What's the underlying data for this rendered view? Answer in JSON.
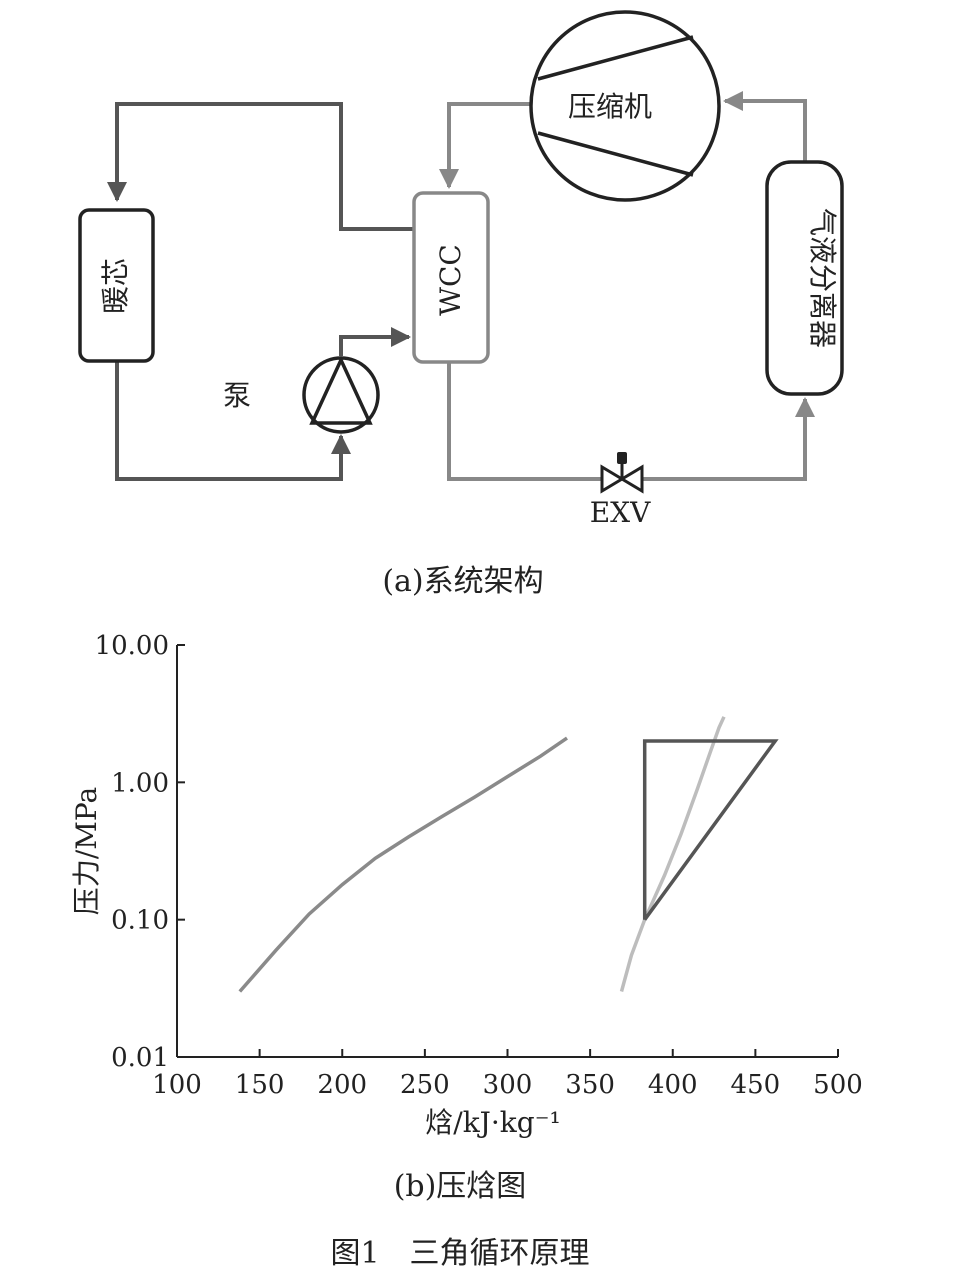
{
  "diagram": {
    "components": {
      "compressor": "压缩机",
      "heater_core": "暖芯",
      "wcc": "WCC",
      "pump": "泵",
      "separator": "气液分离器",
      "exv": "EXV"
    }
  },
  "captions": {
    "a": "(a)系统架构",
    "b": "(b)压焓图",
    "figure": "图1　三角循环原理"
  },
  "chart_data": {
    "type": "line",
    "xlabel": "焓/kJ·kg⁻¹",
    "ylabel": "压力/MPa",
    "xlim": [
      100,
      500
    ],
    "ylim": [
      0.01,
      10
    ],
    "yscale": "log",
    "x_ticks": [
      "100",
      "150",
      "200",
      "250",
      "300",
      "350",
      "400",
      "450",
      "500"
    ],
    "y_ticks": [
      "0.01",
      "1.00",
      "0.10",
      "10.00"
    ],
    "y_tick_values": [
      0.01,
      1,
      0.1,
      10
    ],
    "series": [
      {
        "color": "#8a8a8a",
        "points": [
          [
            138,
            0.03
          ],
          [
            160,
            0.06
          ],
          [
            180,
            0.11
          ],
          [
            200,
            0.18
          ],
          [
            220,
            0.28
          ],
          [
            240,
            0.4
          ],
          [
            260,
            0.56
          ],
          [
            280,
            0.78
          ],
          [
            300,
            1.1
          ],
          [
            320,
            1.55
          ],
          [
            336,
            2.1
          ]
        ]
      },
      {
        "color": "#bdbdbd",
        "points": [
          [
            369,
            0.03
          ],
          [
            375,
            0.055
          ],
          [
            383,
            0.1
          ],
          [
            395,
            0.21
          ],
          [
            405,
            0.42
          ],
          [
            415,
            0.9
          ],
          [
            423,
            1.7
          ],
          [
            428,
            2.5
          ],
          [
            431,
            3.0
          ]
        ]
      },
      {
        "color": "#555555",
        "points": [
          [
            383,
            0.1
          ],
          [
            383,
            2.0
          ],
          [
            462,
            2.0
          ],
          [
            383,
            0.1
          ]
        ]
      }
    ]
  }
}
